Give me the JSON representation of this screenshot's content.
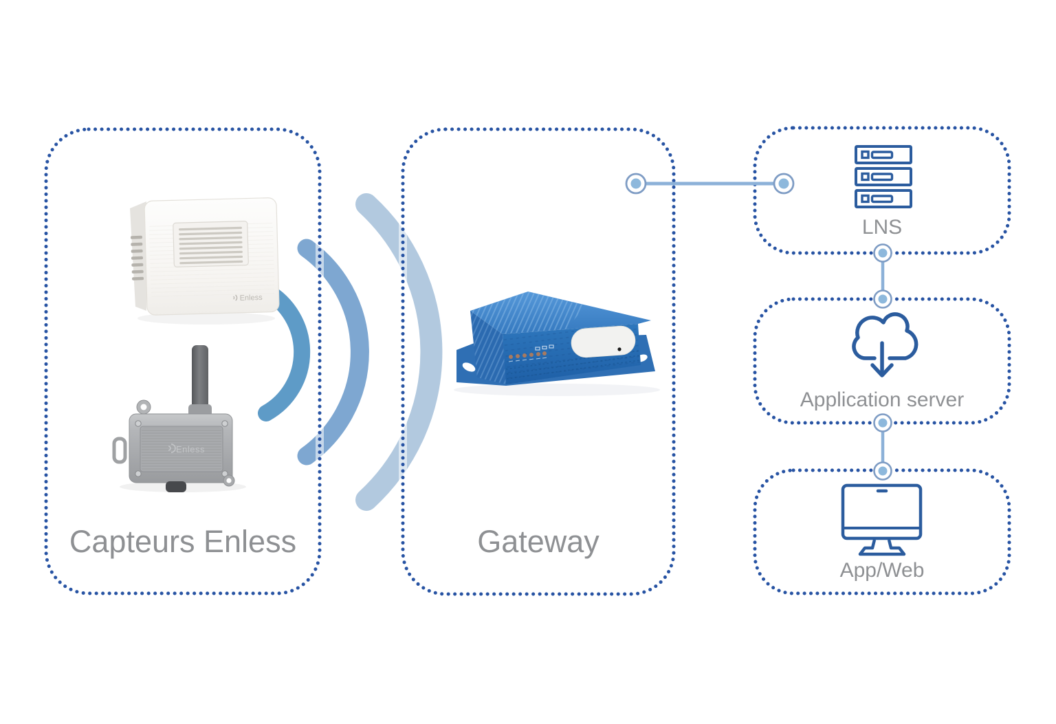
{
  "diagram": {
    "type": "iot-architecture",
    "nodes": {
      "sensors": {
        "label": "Capteurs Enless",
        "brand_logo": "Enless",
        "devices": [
          "indoor-wall-sensor",
          "outdoor-antenna-sensor"
        ]
      },
      "gateway": {
        "label": "Gateway",
        "devices": [
          "blue-lora-gateway"
        ]
      },
      "lns": {
        "label": "LNS",
        "icon": "server-stack-icon"
      },
      "application_server": {
        "label": "Application server",
        "icon": "cloud-download-icon"
      },
      "app_web": {
        "label": "App/Web",
        "icon": "desktop-monitor-icon"
      }
    },
    "connections": [
      {
        "from": "sensors",
        "to": "gateway",
        "type": "wireless",
        "icon": "wifi-waves-icon"
      },
      {
        "from": "gateway",
        "to": "lns",
        "type": "line"
      },
      {
        "from": "lns",
        "to": "application_server",
        "type": "line"
      },
      {
        "from": "application_server",
        "to": "app_web",
        "type": "line"
      }
    ],
    "colors": {
      "border_dot_blue": "#2753a3",
      "icon_stroke_blue": "#2b5c9e",
      "label_gray": "#8e9093",
      "link_line_blue": "#8cb1d8",
      "endpoint_ring": "#7e9cc4",
      "endpoint_dot": "#8db8dc",
      "wave_inner": "#5e9bc7",
      "wave_middle": "#7ea7d1",
      "wave_outer": "#b2c9df",
      "gateway_body_blue": "#2e74ba",
      "background": "#ffffff"
    }
  }
}
